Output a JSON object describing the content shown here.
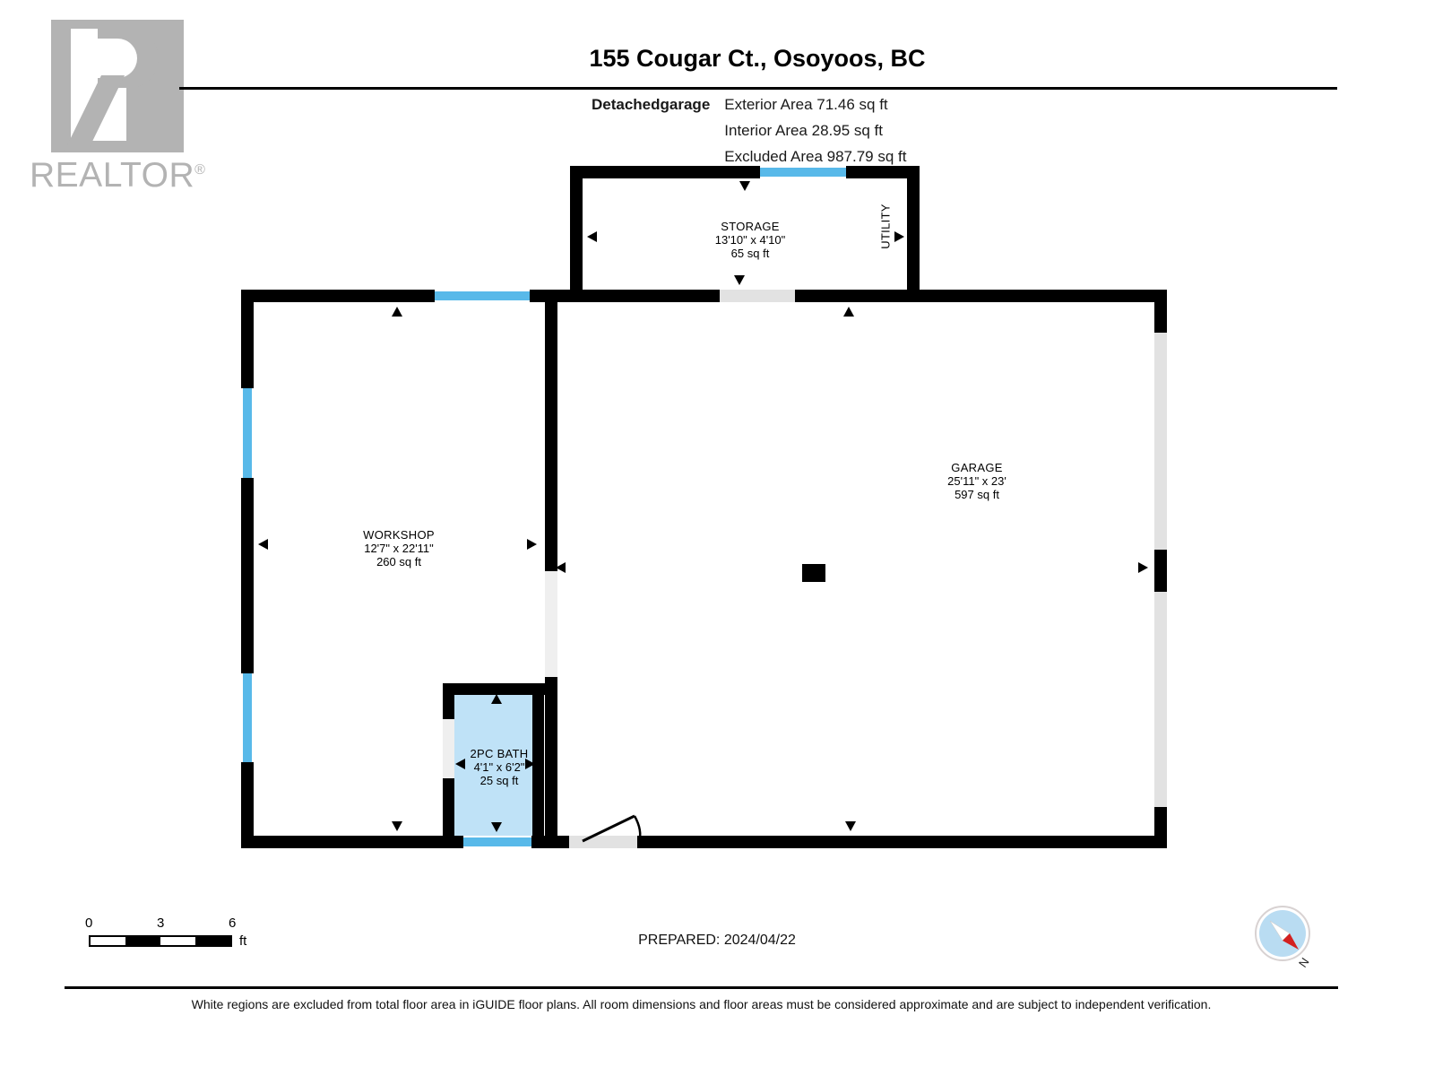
{
  "logo": {
    "wordmark": "REALTOR",
    "registered": "®"
  },
  "header": {
    "title": "155 Cougar Ct., Osoyoos, BC",
    "summary_label": "Detachedgarage",
    "summary_lines": [
      "Exterior Area 71.46 sq ft",
      "Interior Area 28.95 sq ft",
      "Excluded Area 987.79 sq ft"
    ]
  },
  "rooms": [
    {
      "key": "storage",
      "name": "STORAGE",
      "dimensions": "13'10\" x 4'10\"",
      "area": "65 sq ft"
    },
    {
      "key": "utility",
      "name": "UTILITY",
      "dimensions": "",
      "area": ""
    },
    {
      "key": "workshop",
      "name": "WORKSHOP",
      "dimensions": "12'7\" x 22'11\"",
      "area": "260 sq ft"
    },
    {
      "key": "garage",
      "name": "GARAGE",
      "dimensions": "25'11\" x 23'",
      "area": "597 sq ft"
    },
    {
      "key": "bath",
      "name": "2PC BATH",
      "dimensions": "4'1\" x 6'2\"",
      "area": "25 sq ft"
    }
  ],
  "scale": {
    "tick_0": "0",
    "tick_3": "3",
    "tick_6": "6",
    "unit": "ft"
  },
  "prepared": "PREPARED: 2024/04/22",
  "compass": {
    "north_label": "N"
  },
  "footer": {
    "note": "White regions are excluded from total floor area in iGUIDE floor plans. All room dimensions and floor areas must be considered approximate and are subject to independent verification."
  },
  "colors": {
    "wall": "#000000",
    "window": "#58b9e9",
    "bath_fill": "#bfe2f7",
    "opening": "#e2e2e2",
    "logo_gray": "#b3b3b3",
    "compass_disc": "#b9dcf2",
    "compass_needle": "#d32020"
  }
}
